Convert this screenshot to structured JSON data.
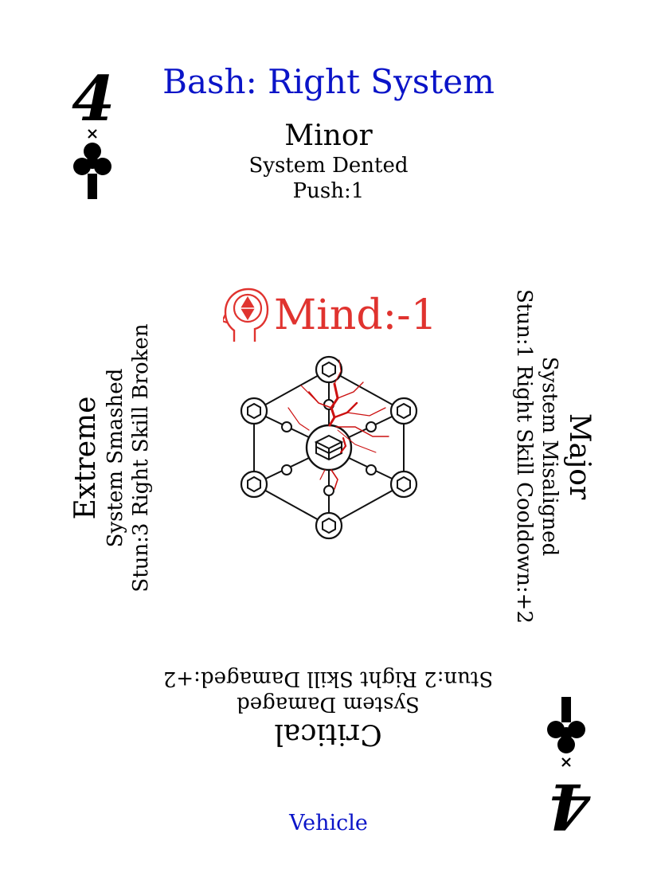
{
  "card": {
    "title": "Bash: Right System",
    "rank": "4",
    "suit_icon": "club-icon",
    "footer": "Vehicle",
    "colors": {
      "title": "#0a14c8",
      "effect": "#e0332f",
      "crack": "#cc1111"
    },
    "effect": {
      "icon": "mind-head-icon",
      "label": "Mind:-1"
    },
    "center_icon": "system-network-icon",
    "minor": {
      "heading": "Minor",
      "line1": "System Dented",
      "line2": "Push:1"
    },
    "major": {
      "heading": "Major",
      "line1": "System Misaligned",
      "line2": "Stun:1 Right Skill Cooldown:+2"
    },
    "critical": {
      "heading": "Critical",
      "line1": "System Damaged",
      "line2": "Stun:2 Right Skill Damaged:+2"
    },
    "extreme": {
      "heading": "Extreme",
      "line1": "System Smashed",
      "line2": "Stun:3 Right Skill Broken"
    }
  }
}
